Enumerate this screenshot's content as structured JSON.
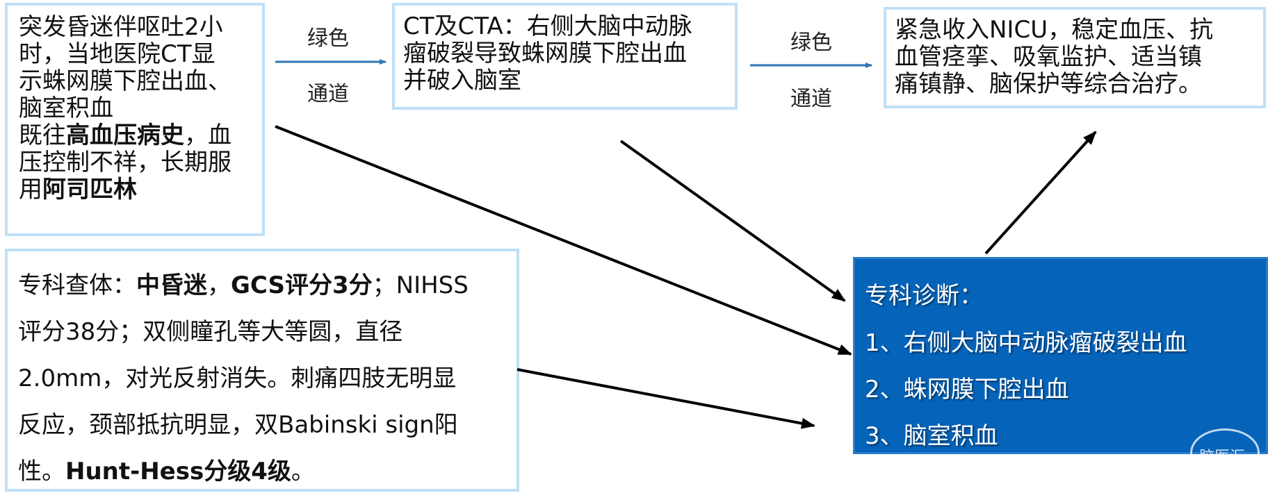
{
  "history_box": {
    "l1": "突发昏迷伴呕吐2小",
    "l2": "时，当地医院CT显",
    "l3": "示蛛网膜下腔出血、",
    "l4": "脑室积血",
    "l5a": "既往",
    "l5b": "高血压病史",
    "l5c": "，血",
    "l6": "压控制不祥，长期服",
    "l7a": "用",
    "l7b": "阿司匹林"
  },
  "ct_box": {
    "l1": "CT及CTA：右侧大脑中动脉",
    "l2": "瘤破裂导致蛛网膜下腔出血",
    "l3": "并破入脑室"
  },
  "nicu_box": {
    "l1": "紧急收入NICU，稳定血压、抗",
    "l2": "血管痉挛、吸氧监护、适当镇",
    "l3": "痛镇静、脑保护等综合治疗。"
  },
  "exam_box": {
    "p1": "专科查体：",
    "p2": "中昏迷",
    "p3": "，",
    "p4": "GCS评分3分",
    "p5": "；NIHSS",
    "p6": "评分38分；双侧瞳孔等大等圆，直径",
    "p7": "2.0mm，对光反射消失。刺痛四肢无明显",
    "p8": "反应，颈部抵抗明显，双Babinski sign阳",
    "p9": "性。",
    "p10": "Hunt-Hess分级4级",
    "p11": "。"
  },
  "diagnosis_box": {
    "title": "专科诊断：",
    "items": [
      "1、右侧大脑中动脉瘤破裂出血",
      "2、蛛网膜下腔出血",
      "3、脑室积血"
    ],
    "watermark": "脑医汇"
  },
  "labels": {
    "green1_top": "绿色",
    "green1_bottom": "通道",
    "green2_top": "绿色",
    "green2_bottom": "通道"
  },
  "colors": {
    "box_border": "#bfe0f7",
    "diagnosis_fill": "#0563b9",
    "flow_arrow": "#2e75b6",
    "link_arrow": "#000000"
  }
}
